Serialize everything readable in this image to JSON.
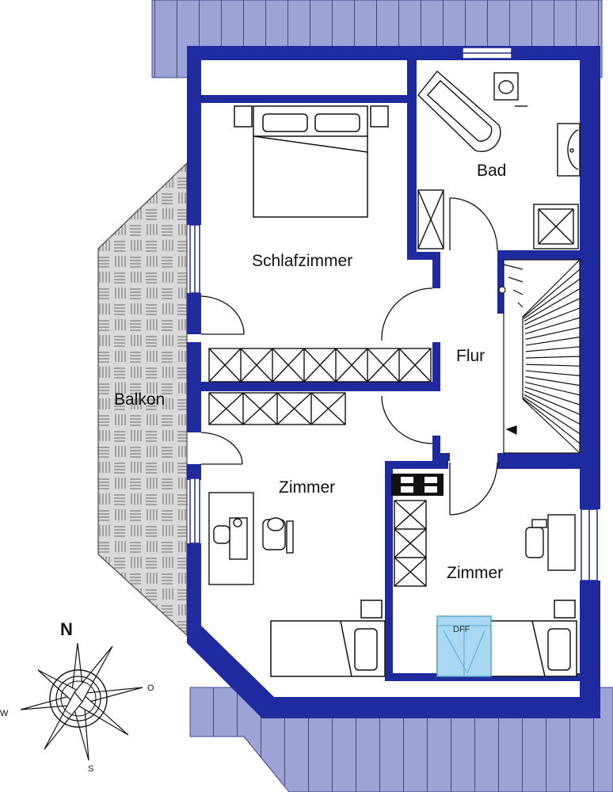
{
  "rooms": {
    "schlafzimmer": "Schlafzimmer",
    "bad": "Bad",
    "flur": "Flur",
    "balkon": "Balkon",
    "zimmer_left": "Zimmer",
    "zimmer_right": "Zimmer"
  },
  "skylight": {
    "label": "DFF"
  },
  "compass": {
    "north": "N",
    "east": "O",
    "south": "S",
    "west": "W"
  },
  "colors": {
    "wall": "#1f2a9e",
    "roof": "#9ea3d6",
    "roof_line": "#3f478f",
    "balcony": "#d9d9d9",
    "skylight": "#a9d9f2"
  }
}
